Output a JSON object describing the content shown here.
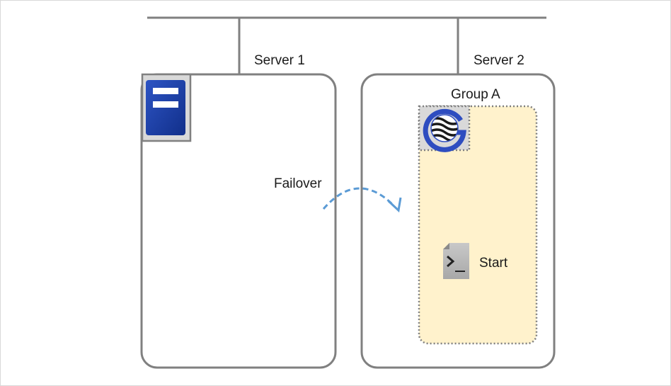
{
  "servers": [
    {
      "label": "Server 1"
    },
    {
      "label": "Server 2"
    }
  ],
  "group": {
    "label": "Group A"
  },
  "failover": {
    "label": "Failover"
  },
  "script_resource": {
    "label": "Start"
  },
  "icons": {
    "server_icon": "server-icon",
    "group_icon": "group-resource-icon",
    "script_icon": "script-icon"
  },
  "colors": {
    "network_line": "#808080",
    "server_border": "#808080",
    "group_fill": "#fff2cc",
    "group_border": "#7f7f7f",
    "failover_arrow": "#5b9bd5",
    "server_icon_blue": "#1f3c9c",
    "icon_frame_fill": "#d9d9d9"
  }
}
